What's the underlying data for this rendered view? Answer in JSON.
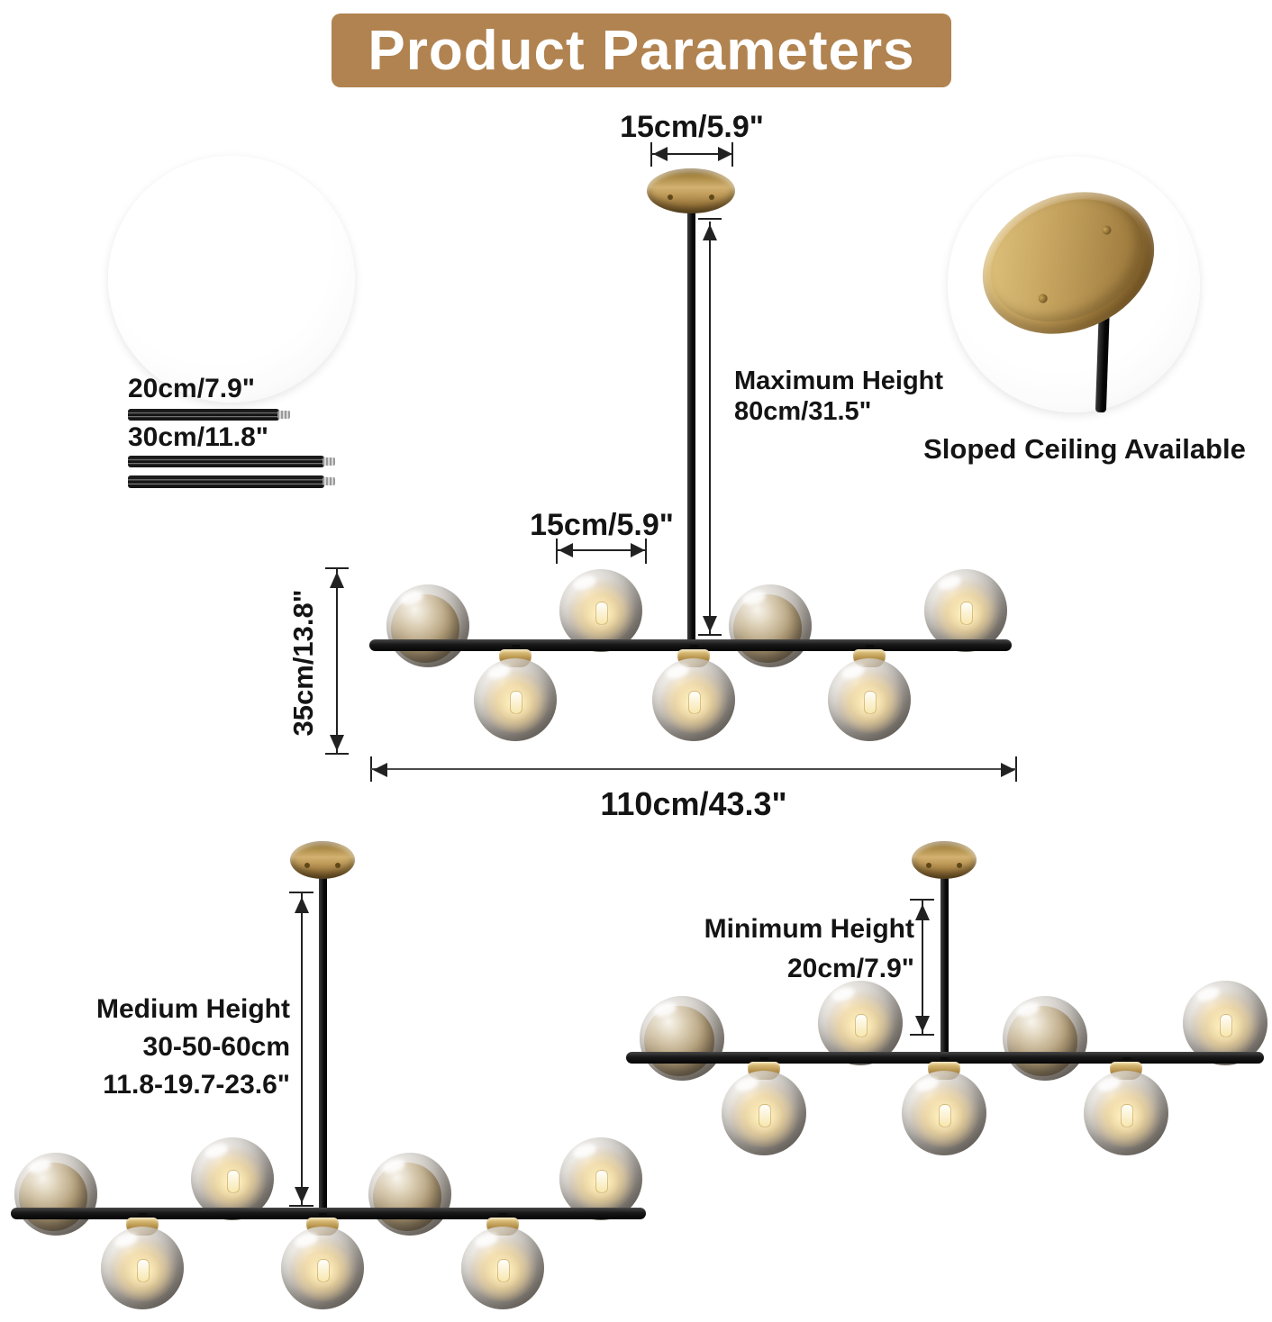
{
  "banner": {
    "title": "Product Parameters",
    "bg_color": "#b18350",
    "text_color": "#ffffff"
  },
  "insets": {
    "rod_kit": {
      "rod_short_label": "20cm/7.9\"",
      "rod_long_label": "30cm/11.8\""
    },
    "sloped": {
      "caption": "Sloped Ceiling Available"
    }
  },
  "annotations": {
    "canopy_width": "15cm/5.9\"",
    "max_height": [
      "Maximum Height",
      "80cm/31.5\""
    ],
    "globe_gap": "15cm/5.9\"",
    "body_height": "35cm/13.8\"",
    "total_width": "110cm/43.3\"",
    "medium_height": [
      "Medium Height",
      "30-50-60cm",
      "11.8-19.7-23.6\""
    ],
    "minimum_height": [
      "Minimum Height",
      "20cm/7.9\""
    ]
  },
  "colors": {
    "brass": "#b9965a",
    "metal_black": "#151515",
    "banner_tan": "#b18350",
    "glow_warm": "#fae9b6"
  }
}
